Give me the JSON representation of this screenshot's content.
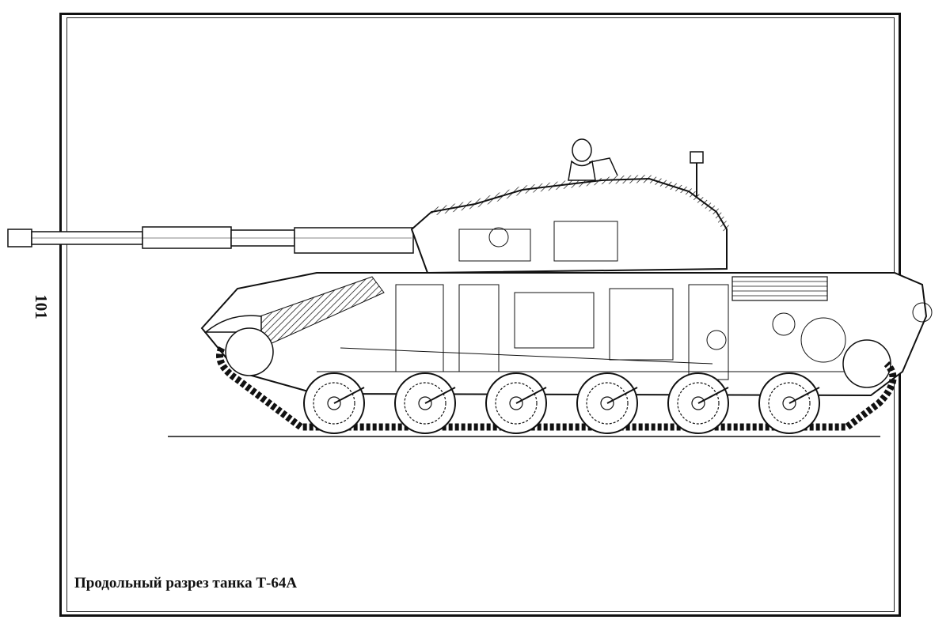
{
  "page": {
    "page_number": "101",
    "caption": "Продольный разрез танка Т-64А"
  },
  "colors": {
    "ink": "#111111",
    "paper": "#ffffff"
  },
  "drawing": {
    "subject": "tank-cutaway",
    "road_wheel_count": 6
  }
}
